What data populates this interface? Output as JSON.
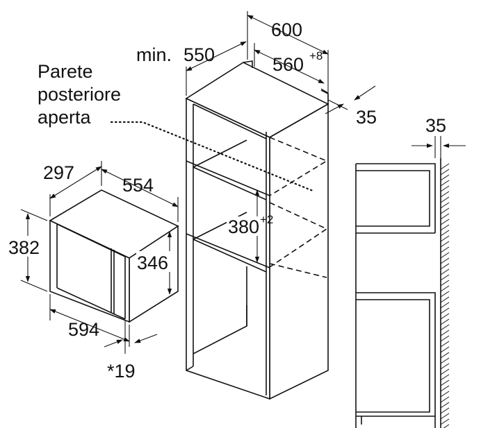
{
  "labels": {
    "back_wall_line1": "Parete",
    "back_wall_line2": "posteriore",
    "back_wall_line3": "aperta"
  },
  "dimensions": {
    "cabinet_width": "600",
    "min_depth_prefix": "min.",
    "min_depth": "550",
    "niche_width": "560",
    "niche_width_tolerance": "+8",
    "back_gap": "35",
    "niche_height": "380",
    "niche_height_tolerance": "+2",
    "side_gap": "35",
    "appliance_depth": "297",
    "appliance_inner_width": "554",
    "appliance_height": "382",
    "appliance_inner_height": "346",
    "appliance_width": "594",
    "front_offset": "*19"
  },
  "colors": {
    "line": "#111111",
    "background": "#ffffff"
  }
}
